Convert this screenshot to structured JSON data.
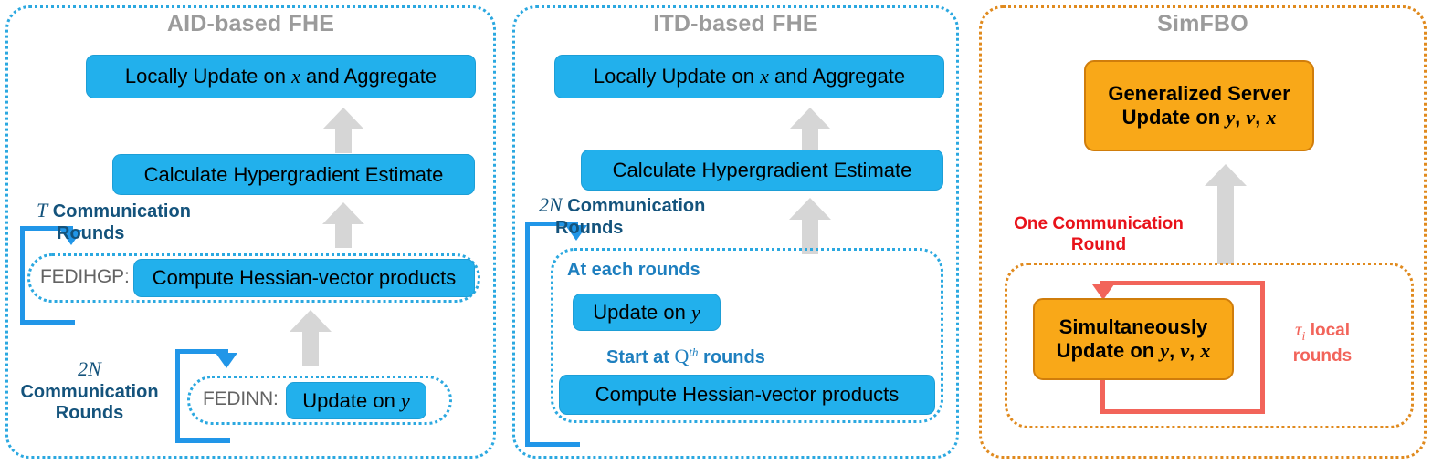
{
  "figure": {
    "panels": [
      {
        "id": "aid",
        "title": "AID-based FHE",
        "accent": "#2BA8E0",
        "boxes": [
          {
            "name": "locally-update-aggregate",
            "text": "Locally Update on x and Aggregate"
          },
          {
            "name": "calculate-hypergradient",
            "text": "Calculate Hypergradient Estimate"
          },
          {
            "name": "compute-hessian-vector-products",
            "text": "Compute Hessian-vector products"
          },
          {
            "name": "update-on-y",
            "text": "Update on y"
          }
        ],
        "algo_labels": [
          {
            "name": "fedihgp-label",
            "text": "FEDIHGP:"
          },
          {
            "name": "fedinn-label",
            "text": "FEDINN:"
          }
        ],
        "loop_labels": [
          {
            "name": "t-communication-rounds-label",
            "line1": "T Communication",
            "line2": "Rounds"
          },
          {
            "name": "2n-communication-rounds-label",
            "line1": "2N",
            "line2": "Communication",
            "line3": "Rounds"
          }
        ]
      },
      {
        "id": "itd",
        "title": "ITD-based FHE",
        "accent": "#2BA8E0",
        "boxes": [
          {
            "name": "locally-update-aggregate",
            "text": "Locally Update on x and Aggregate"
          },
          {
            "name": "calculate-hypergradient",
            "text": "Calculate Hypergradient Estimate"
          },
          {
            "name": "update-on-y",
            "text": "Update on y"
          },
          {
            "name": "compute-hessian-vector-products",
            "text": "Compute Hessian-vector products"
          }
        ],
        "inner_labels": [
          {
            "name": "at-each-rounds-label",
            "text": "At each rounds"
          },
          {
            "name": "start-at-q-th-rounds-label",
            "text": "Start at Q th rounds"
          }
        ],
        "loop_labels": [
          {
            "name": "2n-communication-rounds-label",
            "line1": "2N Communication",
            "line2": "Rounds"
          }
        ]
      },
      {
        "id": "simfbo",
        "title": "SimFBO",
        "accent": "#E08A1E",
        "boxes": [
          {
            "name": "generalized-server-update",
            "line1": "Generalized Server",
            "line2": "Update on y, v, x"
          },
          {
            "name": "simultaneously-update",
            "line1": "Simultaneously",
            "line2": "Update on y, v, x"
          }
        ],
        "loop_labels": [
          {
            "name": "one-communication-round-label",
            "line1": "One Communication",
            "line2": "Round"
          },
          {
            "name": "tau-i-local-rounds-label",
            "line1": "τi local",
            "line2": "rounds"
          }
        ]
      }
    ]
  }
}
